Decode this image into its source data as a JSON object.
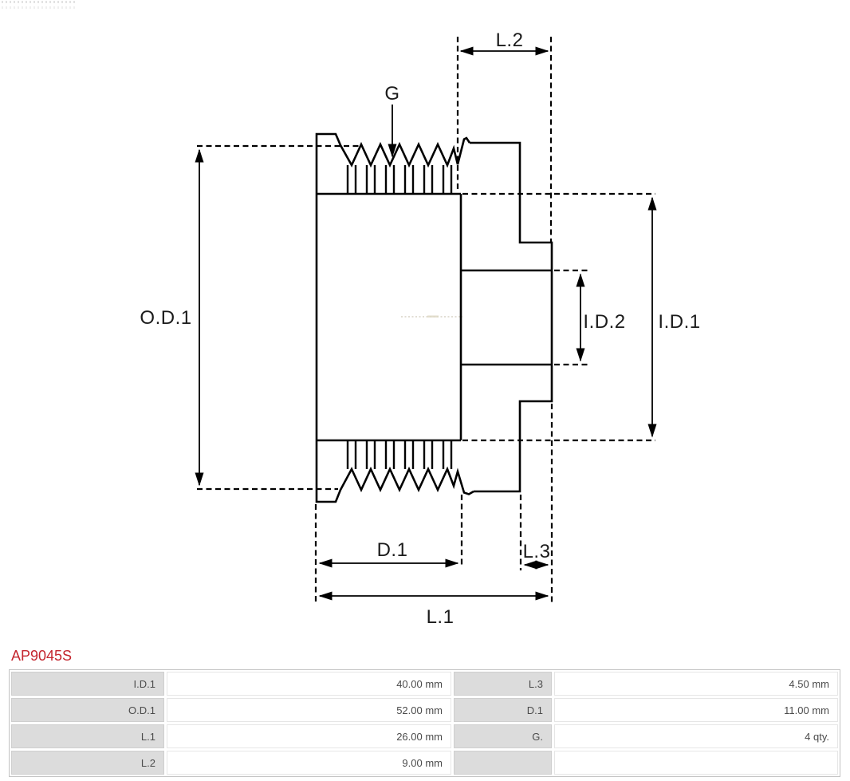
{
  "part": {
    "number": "AP9045S"
  },
  "colors": {
    "accent_red": "#c4262e",
    "line_black": "#000000",
    "table_label_gray": "#dcdcdc"
  },
  "diagram": {
    "type": "pulley-cross-section-technical-drawing",
    "labels": {
      "g": "G",
      "l2": "L.2",
      "od1": "O.D.1",
      "id2": "I.D.2",
      "id1": "I.D.1",
      "d1": "D.1",
      "l3": "L.3",
      "l1": "L.1"
    }
  },
  "table": {
    "rows": [
      [
        "I.D.1",
        "40.00 mm",
        "L.3",
        "4.50 mm"
      ],
      [
        "O.D.1",
        "52.00 mm",
        "D.1",
        "11.00 mm"
      ],
      [
        "L.1",
        "26.00 mm",
        "G.",
        "4 qty."
      ],
      [
        "L.2",
        "9.00 mm",
        "",
        ""
      ]
    ]
  }
}
